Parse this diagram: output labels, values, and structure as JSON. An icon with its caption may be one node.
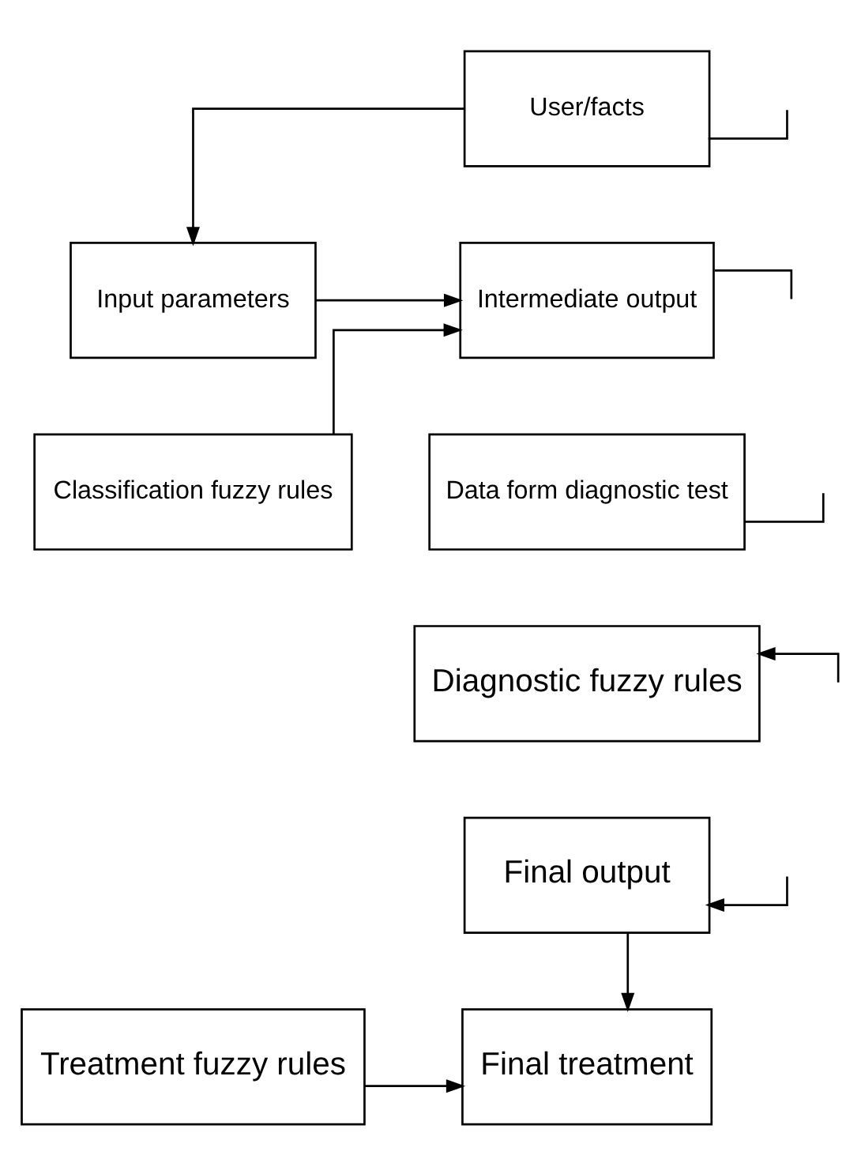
{
  "diagram": {
    "nodes": [
      {
        "text": [
          "User/facts"
        ]
      },
      {
        "text": [
          "Input parameters"
        ]
      },
      {
        "text": [
          "Intermediate output"
        ]
      },
      {
        "text": [
          "Classification fuzzy rules"
        ]
      },
      {
        "text": [
          "Data form diagnostic test"
        ]
      },
      {
        "text": [
          "Diagnostic fuzzy rules"
        ]
      },
      {
        "text": [
          "Final output"
        ]
      },
      {
        "text": [
          "Treatment fuzzy rules"
        ]
      },
      {
        "text": [
          "Final treatment"
        ]
      }
    ],
    "edges": [
      {
        "from": 0,
        "to": 1,
        "arrow": "to"
      },
      {
        "from": 0,
        "to": null,
        "arrow": "none"
      },
      {
        "from": 1,
        "to": 2,
        "arrow": "to"
      },
      {
        "from": 3,
        "to": 2,
        "arrow": "to"
      },
      {
        "from": 2,
        "to": null,
        "arrow": "none"
      },
      {
        "from": 4,
        "to": null,
        "arrow": "none"
      },
      {
        "from": null,
        "to": 5,
        "arrow": "to"
      },
      {
        "from": null,
        "to": 6,
        "arrow": "to"
      },
      {
        "from": 6,
        "to": 8,
        "arrow": "to"
      },
      {
        "from": 7,
        "to": 8,
        "arrow": "to"
      }
    ]
  }
}
